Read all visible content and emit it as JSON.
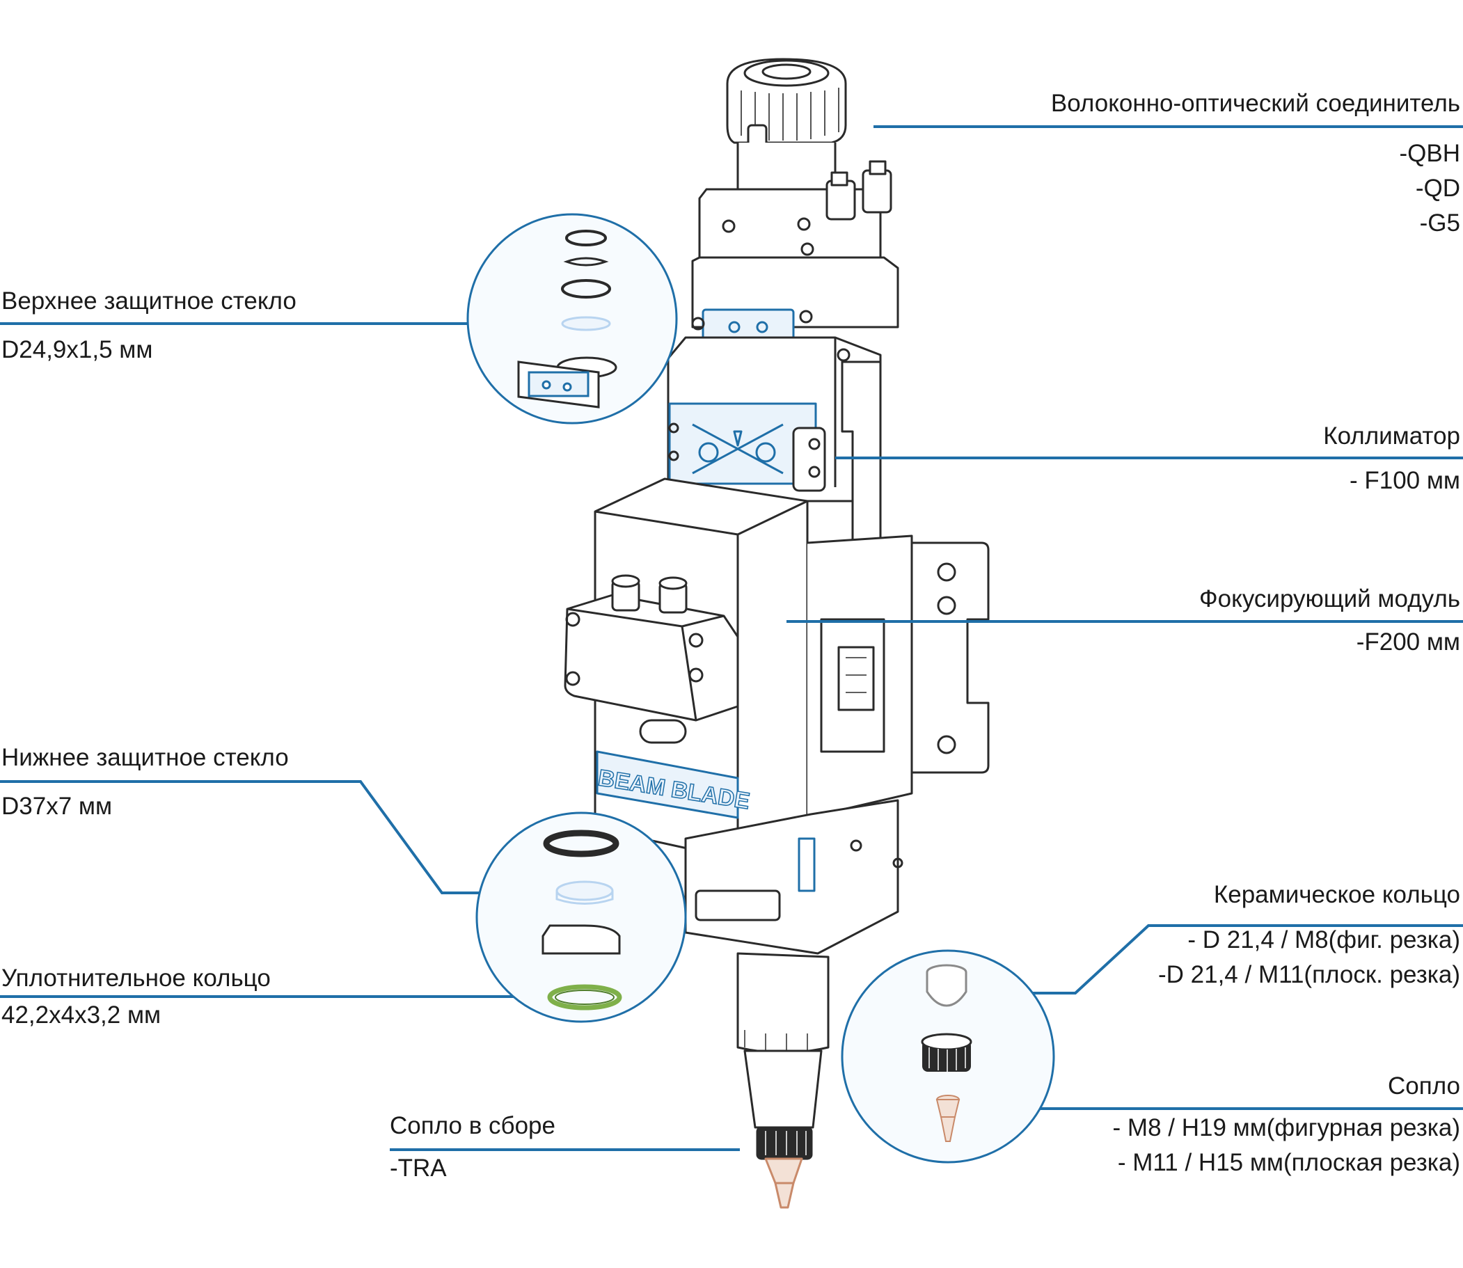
{
  "colors": {
    "accent": "#1f6fa8",
    "outline": "#2a2a2a",
    "circle_fill": "#f7fbfe",
    "glass": "#b8d4f0",
    "oring": "#7fb04a",
    "copper": "#c98a6a"
  },
  "brand_text": "BEAM BLADE",
  "labels": {
    "fiber_connector": {
      "title": "Волоконно-оптический соединитель",
      "items": [
        "-QBH",
        "-QD",
        "-G5"
      ]
    },
    "top_glass": {
      "title": "Верхнее защитное стекло",
      "items": [
        "D24,9x1,5 мм"
      ]
    },
    "collimator": {
      "title": "Коллиматор",
      "items": [
        "- F100 мм"
      ]
    },
    "focus_module": {
      "title": "Фокусирующий модуль",
      "items": [
        "-F200 мм"
      ]
    },
    "bottom_glass": {
      "title": "Нижнее защитное стекло",
      "items": [
        "D37x7 мм"
      ]
    },
    "seal_ring": {
      "title": "Уплотнительное кольцо",
      "items": [
        "42,2x4x3,2 мм"
      ]
    },
    "ceramic_ring": {
      "title": "Керамическое кольцо",
      "items": [
        "- D 21,4 / M8(фиг. резка)",
        "-D 21,4 / M11(плоск. резка)"
      ]
    },
    "nozzle": {
      "title": "Сопло",
      "items": [
        "- M8 / H19 мм(фигурная резка)",
        "- M11 / H15 мм(плоская резка)"
      ]
    },
    "nozzle_assembly": {
      "title": "Сопло в сборе",
      "items": [
        "-TRA"
      ]
    }
  }
}
